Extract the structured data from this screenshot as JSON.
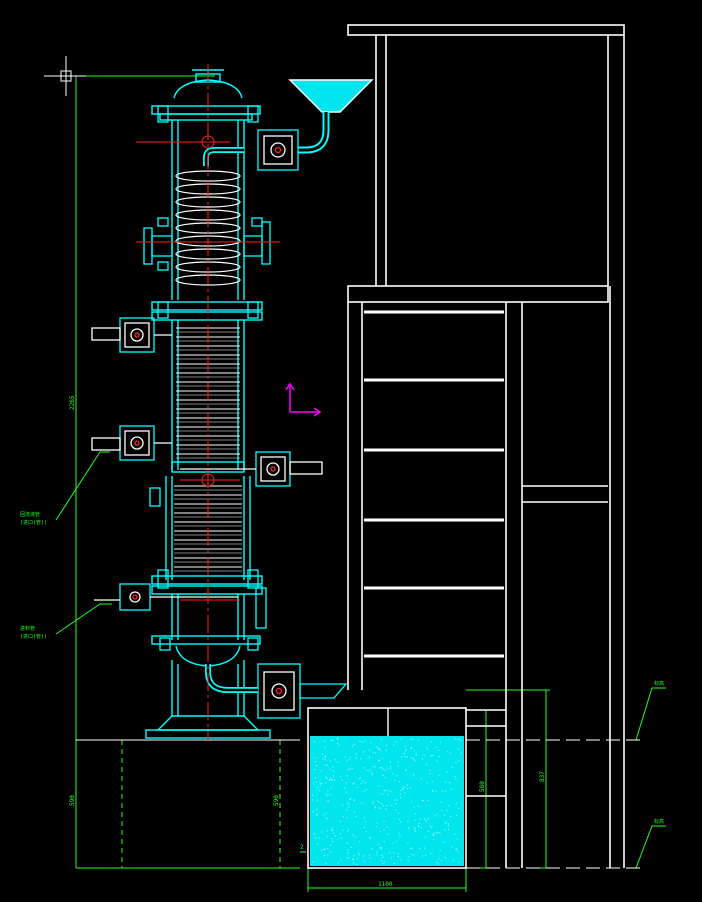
{
  "drawing": {
    "background": "#000000",
    "colors": {
      "equipment_outline": "#00ffff",
      "structure_outline": "#ffffff",
      "centerline": "#ff2020",
      "dimension": "#20ff20",
      "liquid_fill": "#00e5ee",
      "ucs_icon": "#ff00ff"
    }
  },
  "dimensions": {
    "total_height": "2265",
    "base_height_left": "590",
    "base_height_right": "590",
    "tank_height": "580",
    "tank_width": "1100",
    "platform_height": "837",
    "corner_mark": "2"
  },
  "callouts": {
    "upper_nozzle": {
      "line1": "回流液管",
      "line2": "(进口(管))"
    },
    "lower_nozzle": {
      "line1": "进料管",
      "line2": "(进口(管))"
    }
  },
  "elevations": {
    "upper": "标高",
    "lower": "标高"
  }
}
